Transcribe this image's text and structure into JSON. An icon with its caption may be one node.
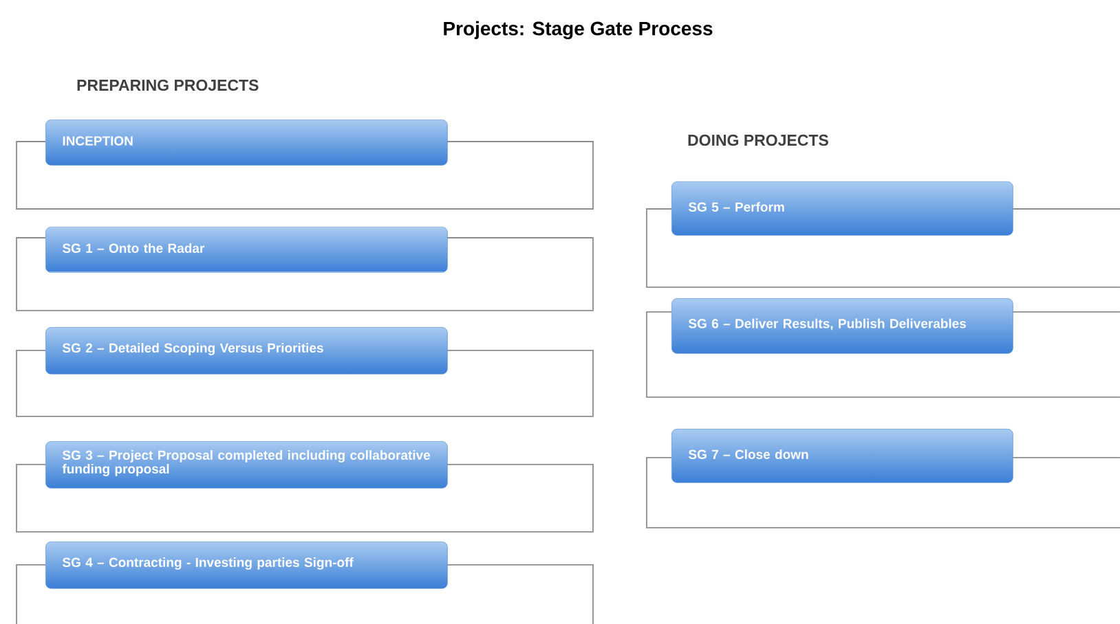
{
  "diagram": {
    "title": "Projects: Stage Gate Process",
    "nodes": [
      {
        "text": [
          "INCEPTION"
        ]
      },
      {
        "text": [
          "SG 1 – Onto the Radar"
        ]
      },
      {
        "text": [
          "SG 2 – Detailed Scoping Versus Priorities"
        ]
      },
      {
        "text": [
          "SG 3 –  Project Proposal completed including collaborative funding proposal"
        ]
      },
      {
        "text": [
          "SG 4 – Contracting - Investing parties Sign-off"
        ]
      },
      {
        "text": [
          "SG 5 – Perform"
        ]
      },
      {
        "text": [
          "SG 6 – Deliver Results, Publish Deliverables"
        ]
      },
      {
        "text": [
          "SG 7 – Close down"
        ]
      }
    ],
    "labels": [
      "PREPARING PROJECTS",
      "DOING PROJECTS"
    ]
  }
}
